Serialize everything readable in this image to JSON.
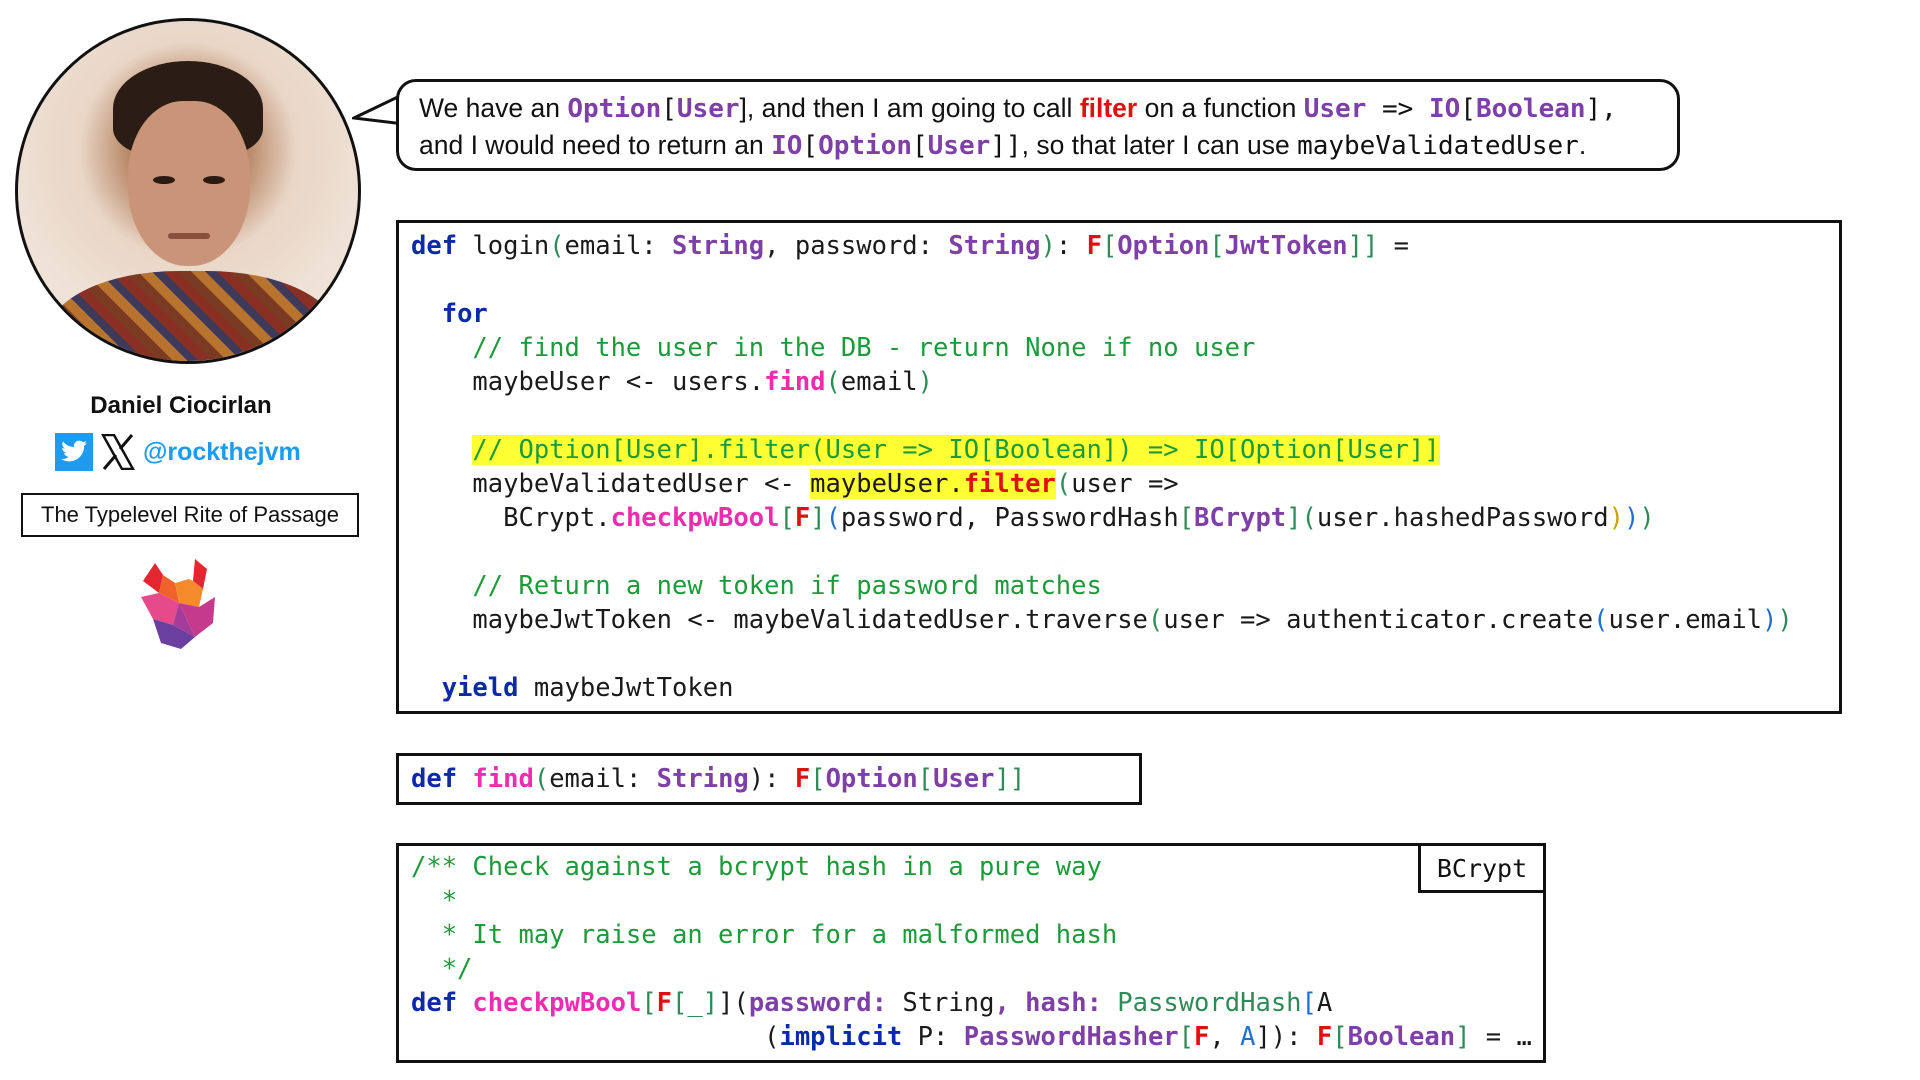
{
  "author": {
    "name": "Daniel Ciocirlan",
    "handle": "@rockthejvm",
    "course": "The Typelevel Rite of Passage",
    "icons": [
      "twitter-icon",
      "x-icon",
      "rockthejvm-logo"
    ]
  },
  "bubble": {
    "l1_a": "We have an ",
    "l1_b": "Option",
    "l1_c": "[",
    "l1_d": "User",
    "l1_e": "], and then I am going to call ",
    "l1_f": "filter",
    "l1_g": " on a function ",
    "l1_h": "User",
    "l1_i": " => ",
    "l1_j": "IO",
    "l1_k": "[",
    "l1_l": "Boolean",
    "l1_m": "],",
    "l2_a": "and I would need to return an ",
    "l2_b": "IO",
    "l2_c": "[",
    "l2_d": "Option",
    "l2_e": "[",
    "l2_f": "User",
    "l2_g": "]]",
    "l2_h": ", so that later I can use ",
    "l2_i": "maybeValidatedUser",
    "l2_j": "."
  },
  "login_code": {
    "l1": [
      "def",
      " login",
      "(",
      "email: ",
      "String",
      ", password: ",
      "String",
      ")",
      ": ",
      "F",
      "[",
      "Option",
      "[",
      "JwtToken",
      "]]",
      " ="
    ],
    "l3": [
      "  ",
      "for"
    ],
    "l4": "    // find the user in the DB - return None if no user",
    "l5": [
      "    maybeUser <- users.",
      "find",
      "(",
      "email",
      ")"
    ],
    "l7": "// Option[User].filter(User => IO[Boolean]) => IO[Option[User]]",
    "l8": [
      "    maybeValidatedUser <- ",
      "maybeUser.",
      "filter",
      "(",
      "user =>"
    ],
    "l9": [
      "      BCrypt.",
      "checkpwBool",
      "[",
      "F",
      "]",
      "(",
      "password, PasswordHash",
      "[",
      "BCrypt",
      "]",
      "(",
      "user.hashedPassword",
      ")",
      ")",
      ")"
    ],
    "l11": "    // Return a new token if password matches",
    "l12": [
      "    maybeJwtToken <- maybeValidatedUser.traverse",
      "(",
      "user => authenticator.create",
      "(",
      "user.email",
      ")",
      ")"
    ],
    "l14": [
      "  ",
      "yield",
      " maybeJwtToken"
    ]
  },
  "find_code": [
    "def",
    " ",
    "find",
    "(",
    "email: ",
    "String",
    "): ",
    "F",
    "[",
    "Option",
    "[",
    "User",
    "]]"
  ],
  "bcrypt_code": {
    "tag": "BCrypt",
    "l1": "/** Check against a bcrypt hash in a pure way",
    "l2": "  *",
    "l3": "  * It may raise an error for a malformed hash",
    "l4": "  */",
    "l5": [
      "def",
      " ",
      "checkpwBool",
      "[",
      "F",
      "[_]",
      "]",
      "(",
      "password: ",
      "String",
      ", hash: ",
      "PasswordHash",
      "[",
      "A",
      "])"
    ],
    "l6": [
      "                       (",
      "implicit",
      " P: ",
      "PasswordHasher",
      "[",
      "F",
      ", ",
      "A",
      "])",
      ": ",
      "F",
      "[",
      "Boolean",
      "]",
      " = …"
    ]
  }
}
